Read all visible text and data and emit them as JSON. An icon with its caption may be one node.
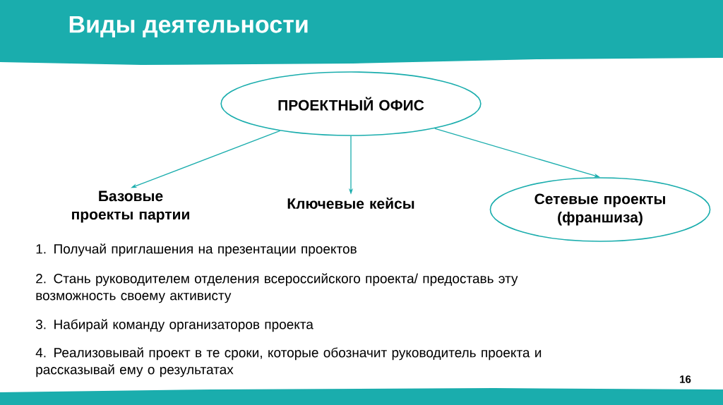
{
  "diagram": {
    "title": "Виды деятельности",
    "nodes": [
      {
        "text": [
          "ПРОЕКТНЫЙ ОФИС"
        ]
      },
      {
        "text": [
          "Базовые проекты партии"
        ]
      },
      {
        "text": [
          "Ключевые кейсы"
        ]
      },
      {
        "text": [
          "Сетевые проекты (франшиза)"
        ]
      }
    ],
    "edges": [
      {
        "from": 0,
        "to": 1,
        "arrow": "to"
      },
      {
        "from": 0,
        "to": 2,
        "arrow": "to"
      },
      {
        "from": 0,
        "to": 3,
        "arrow": "to"
      }
    ],
    "labels": [
      "1. Получай приглашения на презентации проектов",
      "2. Стань руководителем отделения всероссийского проекта/ предоставь эту возможность своему активисту",
      "3. Набирай команду организаторов проекта",
      "4. Реализовывай проект в те сроки, которые обозначит руководитель проекта и рассказывай ему о результатах",
      "16"
    ]
  }
}
